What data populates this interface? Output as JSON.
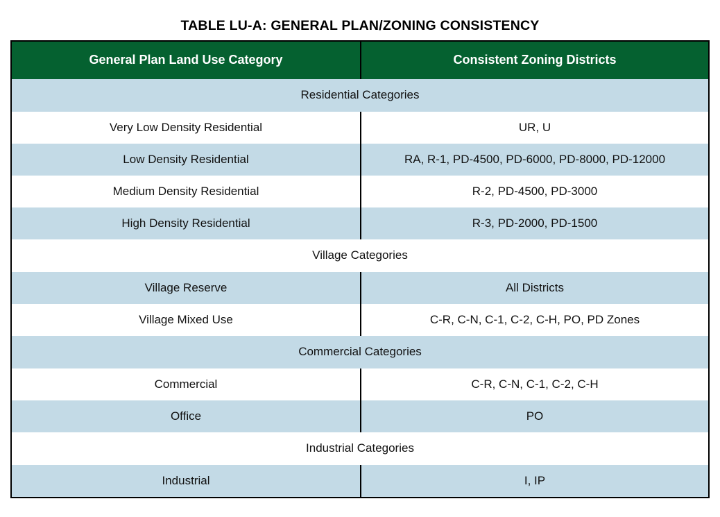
{
  "document": {
    "title": "TABLE LU-A: GENERAL PLAN/ZONING CONSISTENCY"
  },
  "colors": {
    "header_green": "#056130",
    "row_blue": "#c3dae6",
    "row_white": "#ffffff",
    "border_black": "#000000",
    "header_text": "#ffffff",
    "body_text": "#111111"
  },
  "table": {
    "columns": [
      {
        "key": "land_use_category",
        "label": "General Plan Land Use Category"
      },
      {
        "key": "zoning_districts",
        "label": "Consistent Zoning Districts"
      }
    ],
    "rows": [
      {
        "type": "section",
        "label": "Residential Categories",
        "shade": "blue"
      },
      {
        "type": "data",
        "category": "Very Low Density Residential",
        "districts": "UR, U",
        "shade": "white"
      },
      {
        "type": "data",
        "category": "Low Density Residential",
        "districts": "RA, R-1, PD-4500, PD-6000, PD-8000, PD-12000",
        "shade": "blue"
      },
      {
        "type": "data",
        "category": "Medium Density Residential",
        "districts": "R-2, PD-4500, PD-3000",
        "shade": "white"
      },
      {
        "type": "data",
        "category": "High Density Residential",
        "districts": "R-3, PD-2000, PD-1500",
        "shade": "blue"
      },
      {
        "type": "section",
        "label": "Village Categories",
        "shade": "white"
      },
      {
        "type": "data",
        "category": "Village Reserve",
        "districts": "All Districts",
        "shade": "blue"
      },
      {
        "type": "data",
        "category": "Village Mixed Use",
        "districts": "C-R, C-N, C-1, C-2, C-H, PO, PD Zones",
        "shade": "white"
      },
      {
        "type": "section",
        "label": "Commercial Categories",
        "shade": "blue"
      },
      {
        "type": "data",
        "category": "Commercial",
        "districts": "C-R, C-N, C-1, C-2, C-H",
        "shade": "white"
      },
      {
        "type": "data",
        "category": "Office",
        "districts": "PO",
        "shade": "blue"
      },
      {
        "type": "section",
        "label": "Industrial Categories",
        "shade": "white"
      },
      {
        "type": "data",
        "category": "Industrial",
        "districts": "I, IP",
        "shade": "blue"
      }
    ]
  }
}
